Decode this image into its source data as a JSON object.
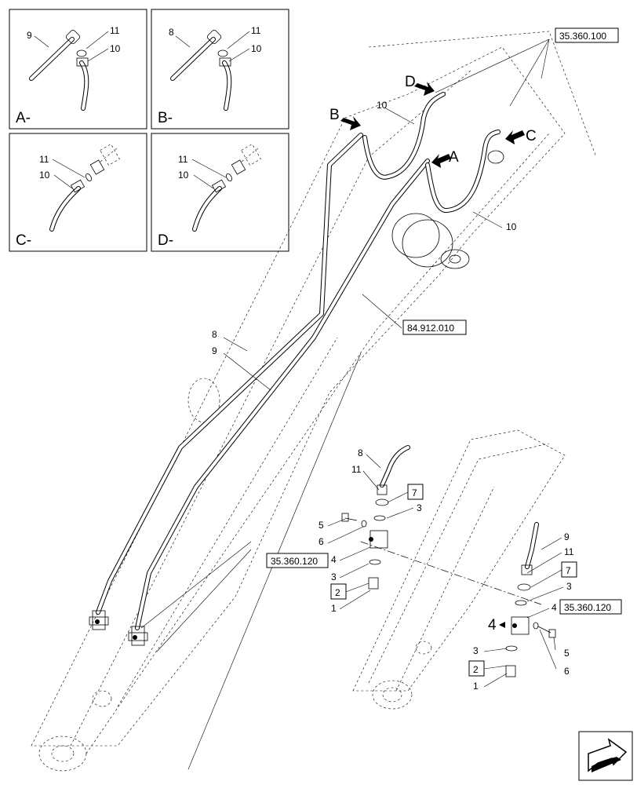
{
  "insets": [
    {
      "id": "A",
      "title": "A-",
      "labels": [
        "9",
        "11",
        "10"
      ]
    },
    {
      "id": "B",
      "title": "B-",
      "labels": [
        "8",
        "11",
        "10"
      ]
    },
    {
      "id": "C",
      "title": "C-",
      "labels": [
        "11",
        "10"
      ]
    },
    {
      "id": "D",
      "title": "D-",
      "labels": [
        "11",
        "10"
      ]
    }
  ],
  "refs": {
    "boom_top": "35.360.100",
    "boom_mid": "84.912.010",
    "block_left": "35.360.120",
    "block_right": "35.360.120"
  },
  "arrows": {
    "a": "A",
    "b": "B",
    "c": "C",
    "d": "D"
  },
  "main_labels": {
    "hose_8": "8",
    "hose_9": "9",
    "hose_10_top": "10",
    "hose_10_right": "10"
  },
  "left_detail": {
    "n8": "8",
    "n11": "11",
    "n7": "7",
    "n3a": "3",
    "n5": "5",
    "n6": "6",
    "n4": "4",
    "n3b": "3",
    "n2": "2",
    "n1": "1"
  },
  "right_detail": {
    "n9": "9",
    "n11": "11",
    "n7": "7",
    "n3a": "3",
    "n4": "4",
    "n4b": "4",
    "n5": "5",
    "n3b": "3",
    "n6": "6",
    "n2": "2",
    "n1": "1"
  }
}
